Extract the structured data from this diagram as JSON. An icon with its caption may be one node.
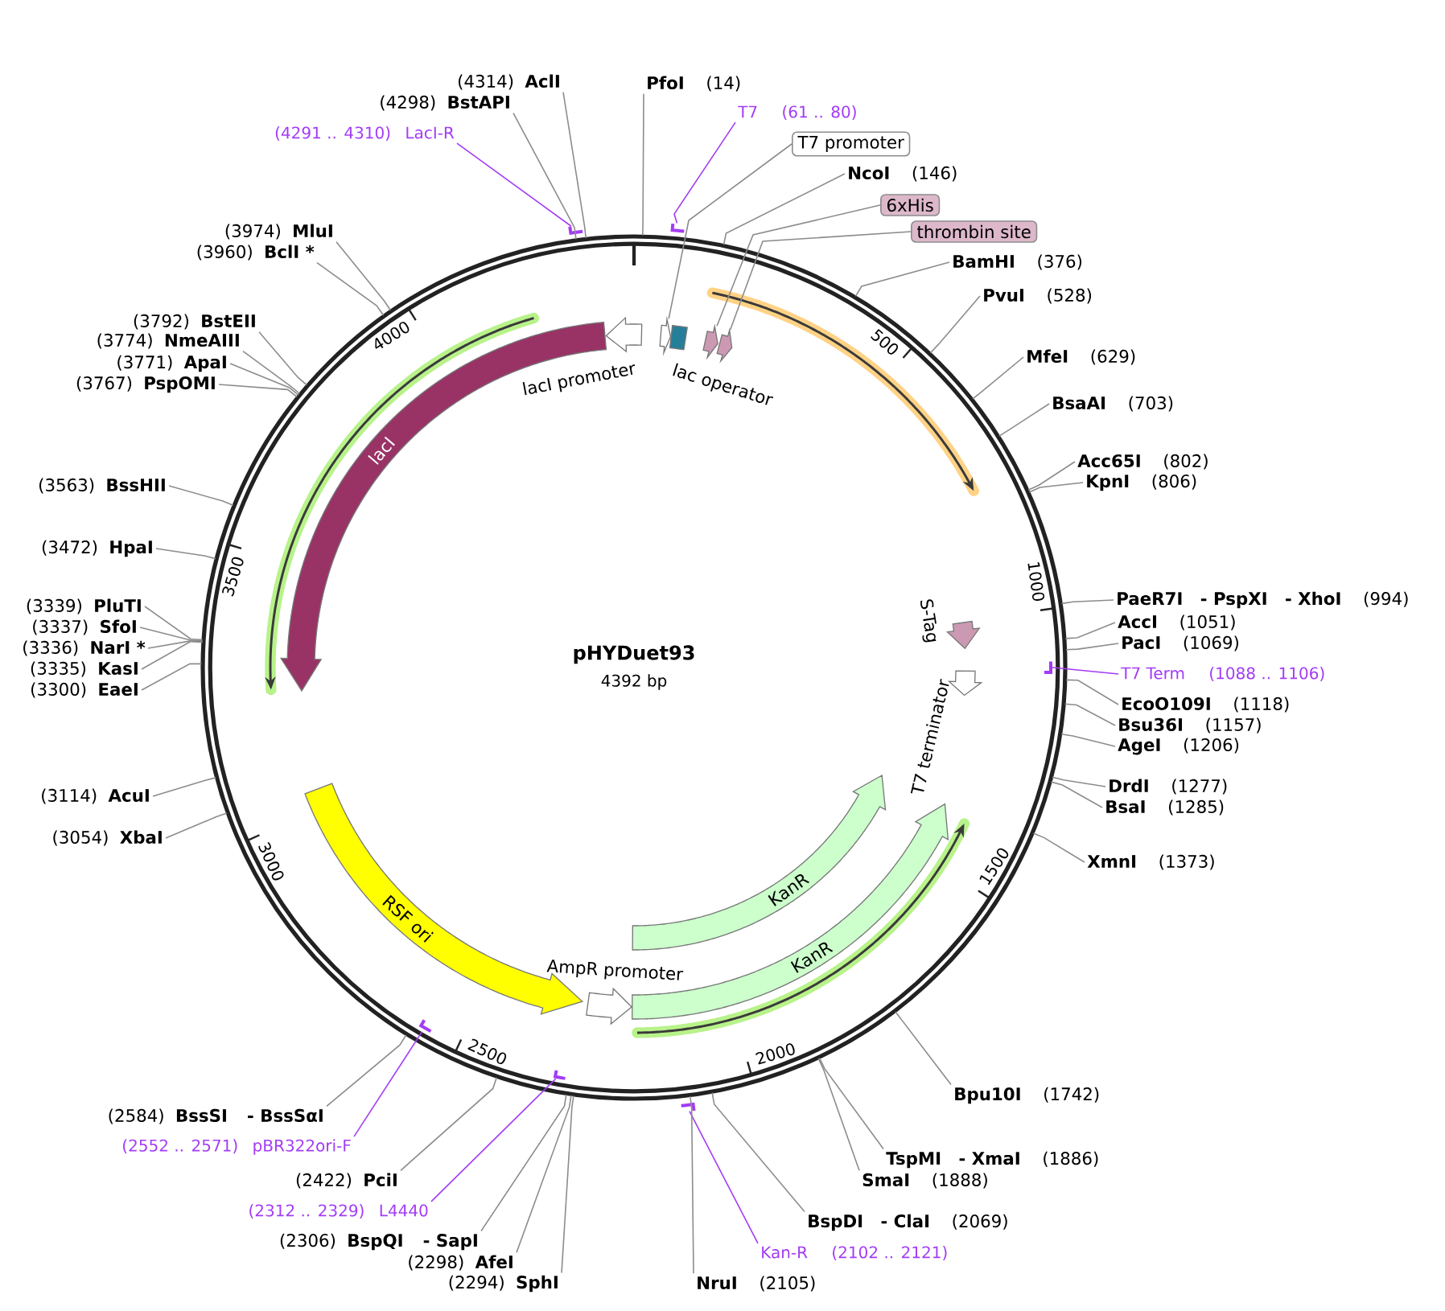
{
  "diagram": {
    "nodes": [
      {
        "text": [
          "pHYDuet93",
          "4392 bp"
        ]
      },
      {
        "text": [
          "PfoI",
          "(14)"
        ]
      },
      {
        "text": [
          "T7",
          "(61 .. 80)"
        ]
      },
      {
        "text": [],
        "shape": "bar"
      },
      {
        "text": [
          "T7 promoter"
        ]
      },
      {
        "text": [],
        "shape": "arrow",
        "in": 0
      },
      {
        "text": [],
        "shape": "box",
        "in": 0
      },
      {
        "text": [
          "NcoI",
          "(146)"
        ]
      },
      {
        "text": [
          "6xHis"
        ]
      },
      {
        "text": [],
        "shape": "arrow",
        "in": 0
      },
      {
        "text": [
          "thrombin site"
        ]
      },
      {
        "text": [],
        "shape": "arrow",
        "in": 0
      },
      {
        "text": [
          "BamHI",
          "(376)"
        ]
      },
      {
        "text": [
          "PvuI",
          "(528)"
        ]
      },
      {
        "text": [
          "MfeI",
          "(629)"
        ]
      },
      {
        "text": [
          "BsaAI",
          "(703)"
        ]
      },
      {
        "text": [
          "Acc65I",
          "(802)"
        ]
      },
      {
        "text": [
          "KpnI",
          "(806)"
        ]
      },
      {
        "text": [
          "PaeR7I",
          "- PspXI",
          "- XhoI",
          "(994)"
        ]
      },
      {
        "text": [],
        "shape": "arrow",
        "in": 0,
        "beside": [
          "S-Tag"
        ]
      },
      {
        "text": [
          "AccI",
          "(1051)"
        ]
      },
      {
        "text": [
          "PacI",
          "(1069)"
        ]
      },
      {
        "text": [],
        "shape": "arrow",
        "in": 0,
        "beside": [
          "T7 terminator"
        ]
      },
      {
        "text": [
          "T7 Term",
          "(1088 .. 1106)"
        ]
      },
      {
        "text": [],
        "shape": "bar",
        "in": 0
      },
      {
        "text": [
          "EcoO109I",
          "(1118)"
        ]
      },
      {
        "text": [
          "Bsu36I",
          "(1157)"
        ]
      },
      {
        "text": [
          "AgeI",
          "(1206)"
        ]
      },
      {
        "text": [
          "DrdI",
          "(1277)"
        ]
      },
      {
        "text": [
          "BsaI",
          "(1285)"
        ]
      },
      {
        "text": [
          "XmnI",
          "(1373)"
        ]
      },
      {
        "text": [
          "KanR"
        ],
        "in": 0
      },
      {
        "text": [
          "KanR"
        ],
        "in": 0
      },
      {
        "text": [
          "Bpu10I",
          "(1742)"
        ]
      },
      {
        "text": [
          "TspMI",
          "- XmaI",
          "(1886)"
        ]
      },
      {
        "text": [
          "SmaI",
          "(1888)"
        ]
      },
      {
        "text": [
          "BspDI",
          "- ClaI",
          "(2069)"
        ]
      },
      {
        "text": [
          "Kan-R",
          "(2102 .. 2121)"
        ]
      },
      {
        "text": [],
        "shape": "bar"
      },
      {
        "text": [
          "NruI",
          "(2105)"
        ]
      },
      {
        "text": [],
        "shape": "arrow",
        "in": 0,
        "beside": [
          "AmpR promoter"
        ]
      },
      {
        "text": [
          "(2294)",
          "SphI"
        ]
      },
      {
        "text": [
          "(2298)",
          "AfeI"
        ]
      },
      {
        "text": [
          "(2306)",
          "BspQI",
          "- SapI"
        ]
      },
      {
        "text": [
          "(2312 .. 2329)",
          "L4440"
        ]
      },
      {
        "text": [],
        "shape": "bar",
        "in": 0
      },
      {
        "text": [
          "(2422)",
          "PciI"
        ]
      },
      {
        "text": [
          "(2552 .. 2571)",
          "pBR322ori-F"
        ]
      },
      {
        "text": [],
        "shape": "bar",
        "in": 0
      },
      {
        "text": [
          "(2584)",
          "BssSI",
          "- BssSαI"
        ]
      },
      {
        "text": [
          "RSF ori"
        ],
        "in": 0
      },
      {
        "text": [
          "(3054)",
          "XbaI"
        ]
      },
      {
        "text": [
          "(3114)",
          "AcuI"
        ]
      },
      {
        "text": [
          "lacI"
        ],
        "in": 0
      },
      {
        "text": [
          "(3300)",
          "EaeI"
        ]
      },
      {
        "text": [
          "(3335)",
          "KasI"
        ]
      },
      {
        "text": [
          "(3336)",
          "NarI *"
        ]
      },
      {
        "text": [
          "(3337)",
          "SfoI"
        ]
      },
      {
        "text": [
          "(3339)",
          "PluTI"
        ]
      },
      {
        "text": [
          "(3472)",
          "HpaI"
        ]
      },
      {
        "text": [
          "(3563)",
          "BssHII"
        ]
      },
      {
        "text": [
          "(3767)",
          "PspOMI"
        ]
      },
      {
        "text": [
          "(3771)",
          "ApaI"
        ]
      },
      {
        "text": [
          "(3774)",
          "NmeAIII"
        ]
      },
      {
        "text": [
          "(3792)",
          "BstEII"
        ]
      },
      {
        "text": [
          "(3960)",
          "BclI *"
        ]
      },
      {
        "text": [
          "(3974)",
          "MluI"
        ]
      },
      {
        "text": [
          "(4291 .. 4310)",
          "LacI-R"
        ]
      },
      {
        "text": [],
        "shape": "bar"
      },
      {
        "text": [
          "(4298)",
          "BstAPI"
        ]
      },
      {
        "text": [
          "(4314)",
          "AclI"
        ]
      },
      {
        "text": [],
        "shape": "arrow",
        "in": 0
      }
    ],
    "edges": [
      {
        "from": 1,
        "to": 0,
        "arrow": "none"
      },
      {
        "from": 2,
        "to": 3,
        "arrow": "none",
        "color": "#a33cf5"
      },
      {
        "from": 4,
        "to": 5,
        "arrow": "none"
      },
      {
        "from": 7,
        "to": 0,
        "arrow": "none"
      },
      {
        "from": 8,
        "to": 9,
        "arrow": "none"
      },
      {
        "from": 10,
        "to": 11,
        "arrow": "none"
      },
      {
        "from": 12,
        "to": 0,
        "arrow": "none"
      },
      {
        "from": 13,
        "to": 0,
        "arrow": "none"
      },
      {
        "from": 14,
        "to": 0,
        "arrow": "none"
      },
      {
        "from": 15,
        "to": 0,
        "arrow": "none"
      },
      {
        "from": 16,
        "to": 0,
        "arrow": "none"
      },
      {
        "from": 17,
        "to": 0,
        "arrow": "none"
      },
      {
        "from": 18,
        "to": 0,
        "arrow": "none"
      },
      {
        "from": 20,
        "to": 0,
        "arrow": "none"
      },
      {
        "from": 21,
        "to": 0,
        "arrow": "none"
      },
      {
        "from": 23,
        "to": 24,
        "arrow": "none",
        "color": "#a33cf5"
      },
      {
        "from": 25,
        "to": 0,
        "arrow": "none"
      },
      {
        "from": 26,
        "to": 0,
        "arrow": "none"
      },
      {
        "from": 27,
        "to": 0,
        "arrow": "none"
      },
      {
        "from": 28,
        "to": 0,
        "arrow": "none"
      },
      {
        "from": 29,
        "to": 0,
        "arrow": "none"
      },
      {
        "from": 30,
        "to": 0,
        "arrow": "none"
      },
      {
        "from": 33,
        "to": 0,
        "arrow": "none"
      },
      {
        "from": 34,
        "to": 0,
        "arrow": "none"
      },
      {
        "from": 35,
        "to": 0,
        "arrow": "none"
      },
      {
        "from": 36,
        "to": 0,
        "arrow": "none"
      },
      {
        "from": 37,
        "to": 38,
        "arrow": "none",
        "color": "#a33cf5"
      },
      {
        "from": 39,
        "to": 0,
        "arrow": "none"
      },
      {
        "from": 41,
        "to": 0,
        "arrow": "none"
      },
      {
        "from": 42,
        "to": 0,
        "arrow": "none"
      },
      {
        "from": 43,
        "to": 0,
        "arrow": "none"
      },
      {
        "from": 44,
        "to": 45,
        "arrow": "none",
        "color": "#a33cf5"
      },
      {
        "from": 46,
        "to": 0,
        "arrow": "none"
      },
      {
        "from": 47,
        "to": 48,
        "arrow": "none",
        "color": "#a33cf5"
      },
      {
        "from": 49,
        "to": 0,
        "arrow": "none"
      },
      {
        "from": 51,
        "to": 0,
        "arrow": "none"
      },
      {
        "from": 52,
        "to": 0,
        "arrow": "none"
      },
      {
        "from": 54,
        "to": 0,
        "arrow": "none"
      },
      {
        "from": 55,
        "to": 0,
        "arrow": "none"
      },
      {
        "from": 56,
        "to": 0,
        "arrow": "none"
      },
      {
        "from": 57,
        "to": 0,
        "arrow": "none"
      },
      {
        "from": 58,
        "to": 0,
        "arrow": "none"
      },
      {
        "from": 59,
        "to": 0,
        "arrow": "none"
      },
      {
        "from": 60,
        "to": 0,
        "arrow": "none"
      },
      {
        "from": 61,
        "to": 0,
        "arrow": "none"
      },
      {
        "from": 62,
        "to": 0,
        "arrow": "none"
      },
      {
        "from": 63,
        "to": 0,
        "arrow": "none"
      },
      {
        "from": 64,
        "to": 0,
        "arrow": "none"
      },
      {
        "from": 65,
        "to": 0,
        "arrow": "none"
      },
      {
        "from": 66,
        "to": 0,
        "arrow": "none"
      },
      {
        "from": 67,
        "to": 68,
        "arrow": "none",
        "color": "#a33cf5"
      },
      {
        "from": 69,
        "to": 0,
        "arrow": "none"
      },
      {
        "from": 70,
        "to": 0,
        "arrow": "none"
      }
    ],
    "labels": [
      "lacI promoter",
      "lac operator",
      "500",
      "1000",
      "1500",
      "2000",
      "2500",
      "3000",
      "3500",
      "4000"
    ]
  }
}
